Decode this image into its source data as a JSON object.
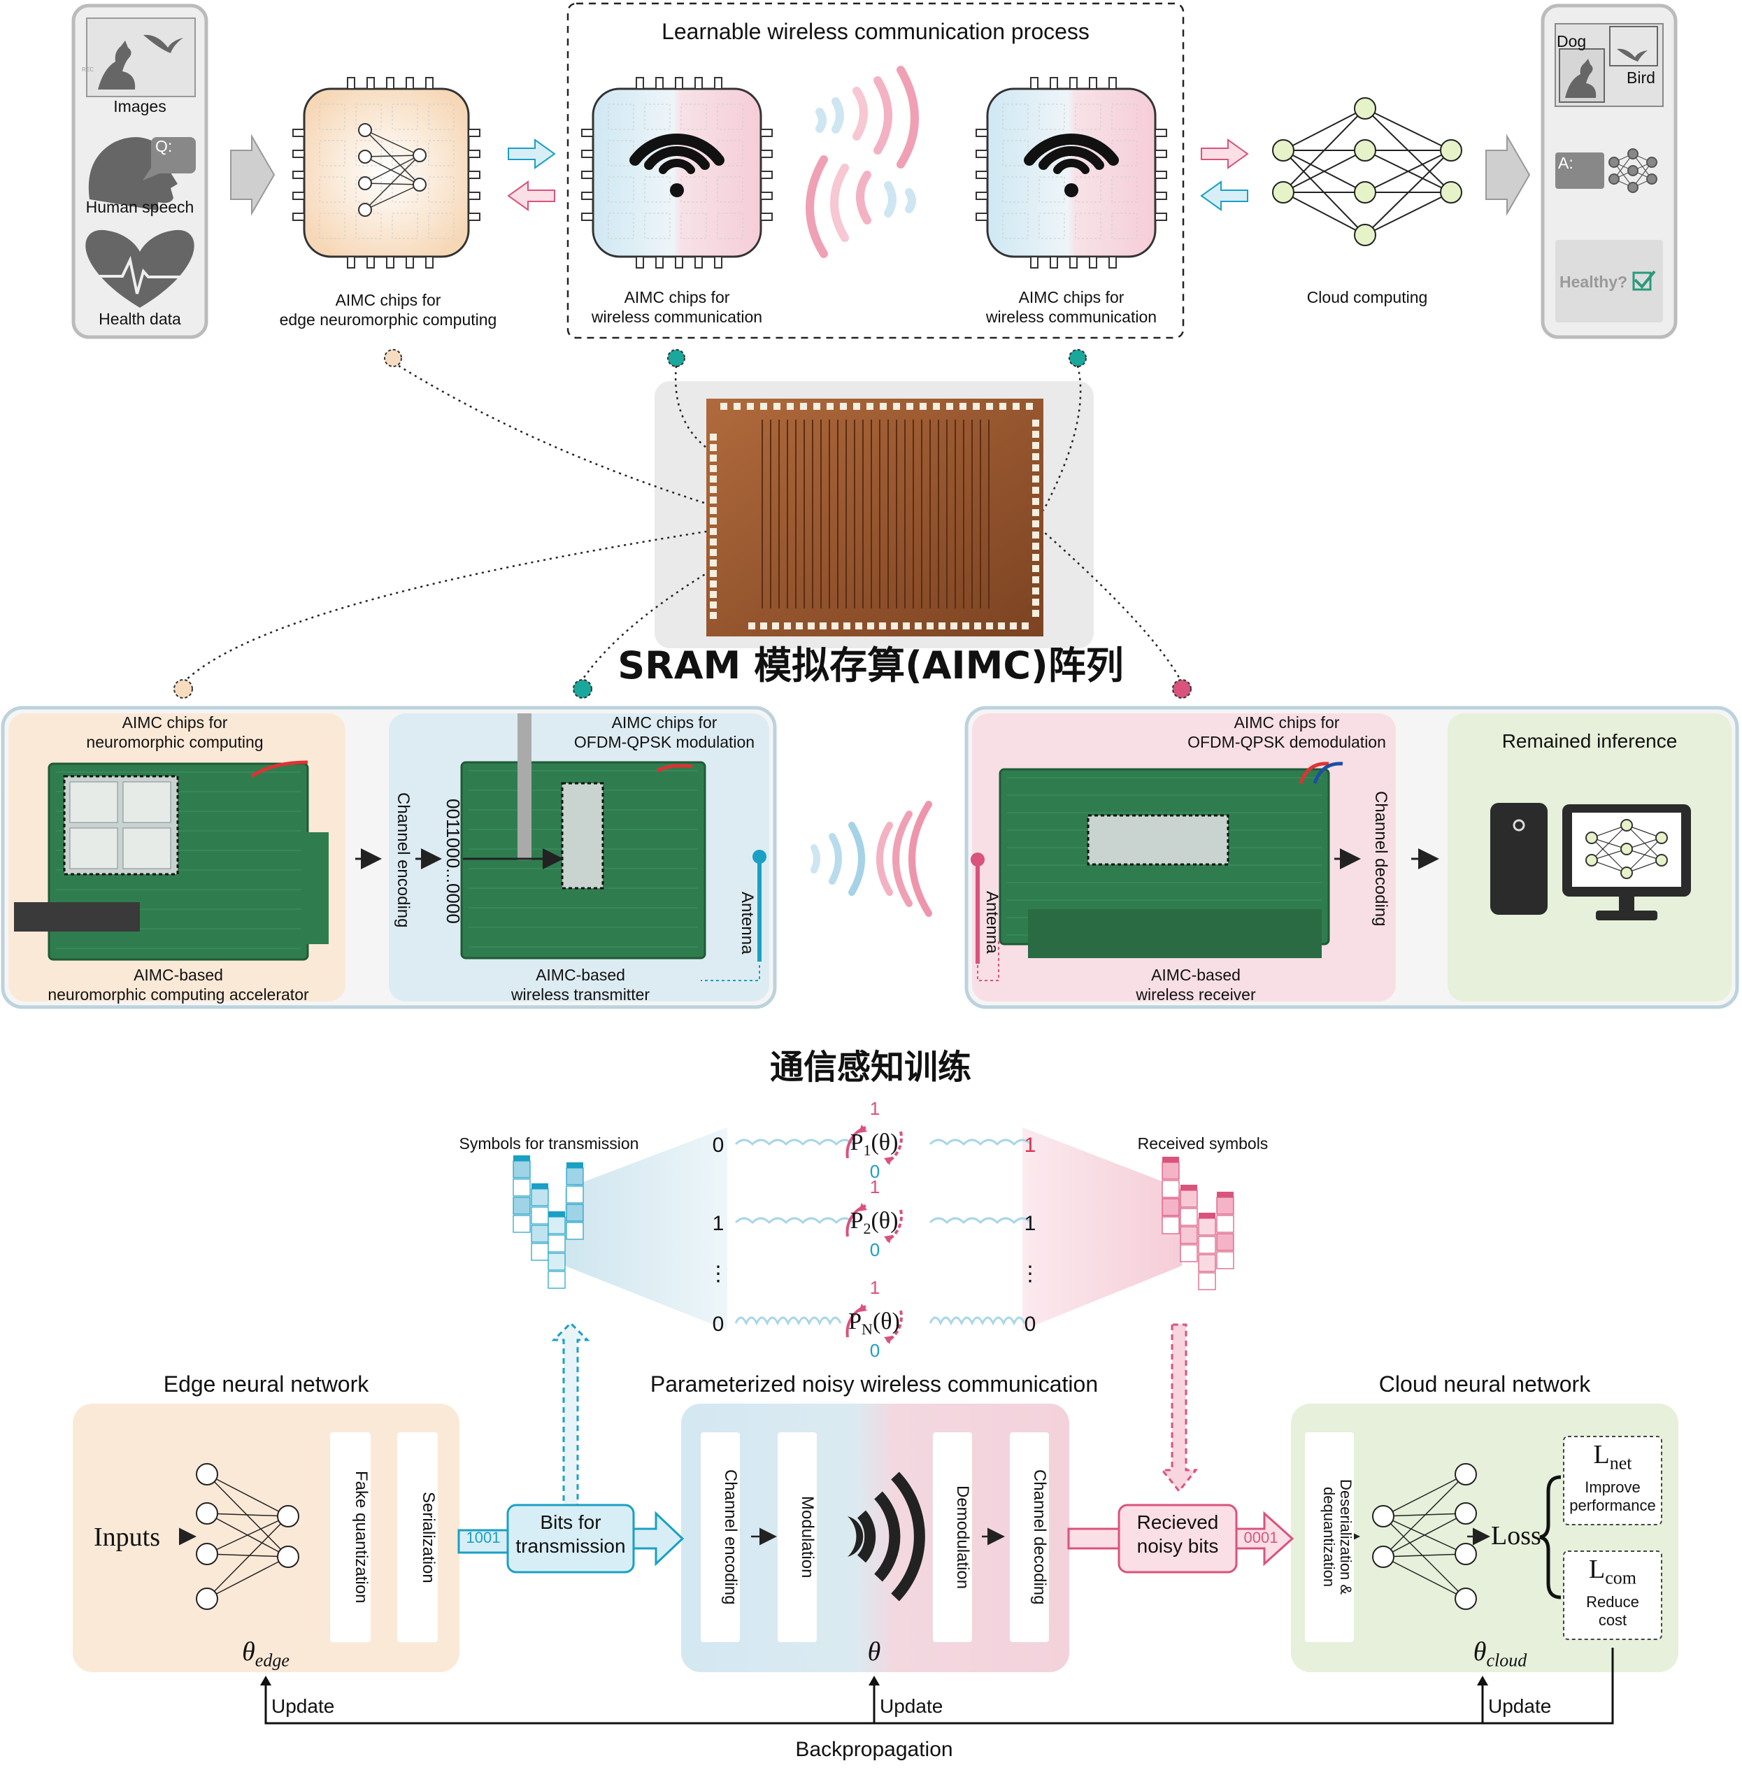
{
  "top": {
    "inputs": [
      "Images",
      "Human speech",
      "Health data"
    ],
    "rec_tag": "REC",
    "q_tag": "Q:",
    "edge_chip_label": "AIMC chips for\nedge neuromorphic computing",
    "wireless_title": "Learnable wireless communication process",
    "wireless_chip_label_left": "AIMC chips for\nwireless communication",
    "wireless_chip_label_right": "AIMC chips for\nwireless communication",
    "cloud_label": "Cloud computing",
    "outputs": {
      "dog": "Dog",
      "bird": "Bird",
      "answer": "A:",
      "health": "Healthy?"
    }
  },
  "sram_title": "SRAM 模拟存算(AIMC)阵列",
  "hardware": {
    "accel_top": "AIMC chips for\nneuromorphic computing",
    "accel_bottom": "AIMC-based\nneuromorphic computing accelerator",
    "channel_encoding": "Channel encoding",
    "bitstring": "0011000...0000",
    "tx_top": "AIMC chips for\nOFDM-QPSK modulation",
    "tx_bottom": "AIMC-based\nwireless transmitter",
    "antenna_tx": "Antenna",
    "rx_top": "AIMC chips for\nOFDM-QPSK demodulation",
    "rx_bottom": "AIMC-based\nwireless receiver",
    "antenna_rx": "Antenna",
    "channel_decoding": "Channel decoding",
    "remained_inference": "Remained inference"
  },
  "training_title": "通信感知训练",
  "channel_model": {
    "symbols_tx_label": "Symbols for transmission",
    "symbols_rx_label": "Received symbols",
    "tx_bits": [
      "0",
      "1",
      "⋮",
      "0"
    ],
    "rx_bits": [
      "1",
      "1",
      "⋮",
      "0"
    ],
    "probs": [
      "P",
      "P",
      "P"
    ],
    "prob_subs": [
      "1",
      "2",
      "N"
    ],
    "theta_arg": "(θ)",
    "flip_top": "1",
    "flip_bottom": "0"
  },
  "bottom": {
    "edge_title": "Edge neural network",
    "inputs": "Inputs",
    "fake_quant": "Fake quantization",
    "serialization": "Serialization",
    "theta_edge": "θ",
    "theta_edge_sub": "edge",
    "bits_tx": "Bits for\ntransmission",
    "bits_tx_code": "1001",
    "comm_title": "Parameterized noisy wireless communication",
    "channel_encoding": "Channel encoding",
    "modulation": "Modulation",
    "demodulation": "Demodulation",
    "channel_decoding": "Channel decoding",
    "theta": "θ",
    "noisy_bits": "Recieved\nnoisy bits",
    "noisy_code": "0001",
    "cloud_title": "Cloud neural network",
    "dequant": "Deserialization &\ndequantization",
    "loss": "Loss",
    "l_net": "L",
    "l_net_sub": "net",
    "l_net_desc": "Improve\nperformance",
    "l_com": "L",
    "l_com_sub": "com",
    "l_com_desc": "Reduce\ncost",
    "theta_cloud": "θ",
    "theta_cloud_sub": "cloud",
    "update": "Update",
    "backprop": "Backpropagation"
  },
  "colors": {
    "edge_bg": "#fbe9d7",
    "blue_bg": "#ddecf3",
    "pink_bg": "#f8dfe5",
    "green_bg": "#e6f0da",
    "cyan": "#1aa0c4",
    "magenta": "#d9537c",
    "node_green": "#e6f2c8"
  }
}
